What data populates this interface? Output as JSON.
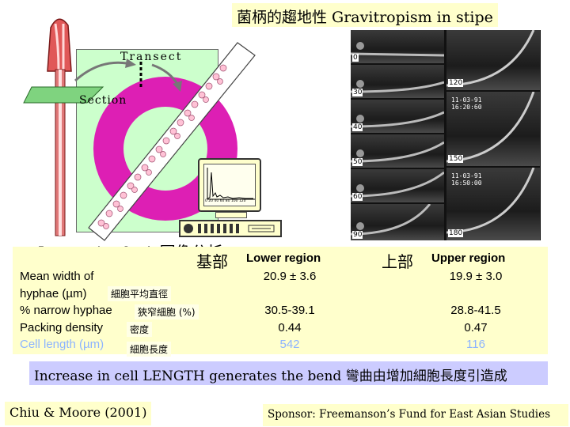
{
  "title": "菌柄的趨地性 Gravitropism in stipe",
  "illustration": {
    "transect_label": "Transect",
    "section_label": "Section",
    "caption": "Image Analysis圖像分析",
    "graph_ticks": "0 20 40 60 80 100 120"
  },
  "photos": {
    "left_labels": [
      "0",
      "30",
      "40",
      "50",
      "60",
      "90"
    ],
    "right_labels": [
      "120",
      "150",
      "180"
    ],
    "stamp_1": "11-03-91\n16:20:60",
    "stamp_2": "11-03-91\n16:50:00"
  },
  "table": {
    "lower_cjk": "基部",
    "lower_en": "Lower region",
    "upper_cjk": "上部",
    "upper_en": "Upper region",
    "rows": [
      {
        "label_a": "Mean width of",
        "label_b": "hyphae (µm)",
        "cjk": "細胞平均直徑",
        "lower": "20.9 ± 3.6",
        "upper": "19.9 ± 3.0"
      },
      {
        "label_a": "% narrow hyphae",
        "cjk": "狹窄細胞 (%)",
        "lower": "30.5-39.1",
        "upper": "28.8-41.5"
      },
      {
        "label_a": "Packing density",
        "cjk": "密度",
        "lower": "0.44",
        "upper": "0.47"
      },
      {
        "label_a": "Cell length (µm)",
        "cjk": "細胞長度",
        "lower": "542",
        "upper": "116"
      }
    ]
  },
  "conclusion": "Increase in cell LENGTH generates the bend 彎曲由增加細胞長度引造成",
  "citation": "Chiu & Moore (2001)",
  "sponsor": "Sponsor: Freemanson’s Fund for East Asian Studies",
  "colors": {
    "ring": "#dd1fb4",
    "panel": "#ccffcc",
    "highlight": "#ffffcc",
    "bend_bar": "#ccccff",
    "faded_row": "#8db4ff"
  }
}
